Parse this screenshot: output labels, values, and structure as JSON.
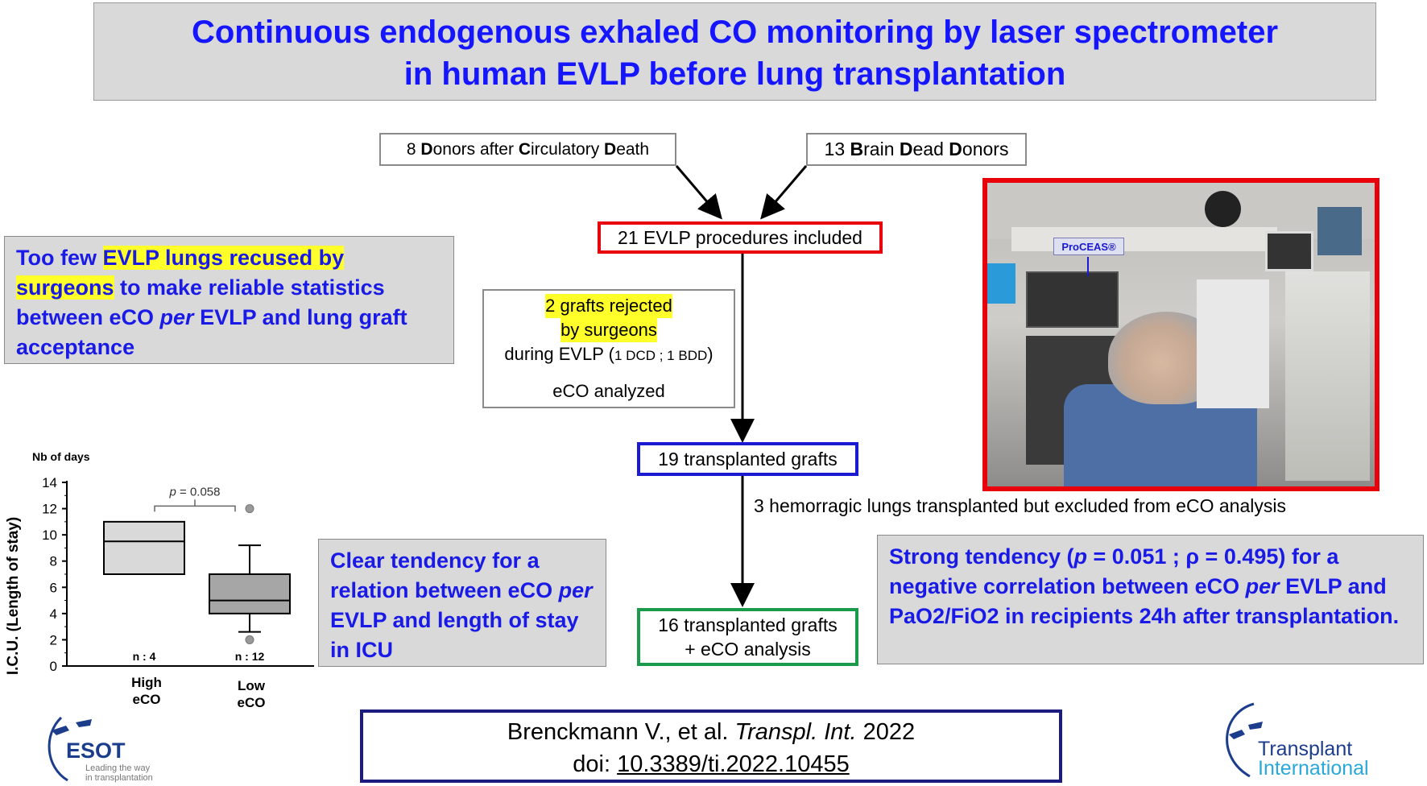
{
  "title": {
    "line1": "Continuous endogenous  exhaled CO monitoring by laser spectrometer",
    "line2": "in human EVLP before lung transplantation"
  },
  "flow": {
    "dcd": {
      "n": "8 ",
      "a": "D",
      "b": "onors after ",
      "c": "C",
      "d": "irculatory ",
      "e": "D",
      "f": "eath"
    },
    "bdd": {
      "n": "13 ",
      "a": "B",
      "b": "rain ",
      "c": "D",
      "d": "ead ",
      "e": "D",
      "f": "onors"
    },
    "included": "21 EVLP procedures included",
    "rejected": {
      "line1": "2 grafts rejected",
      "line2": "by surgeons",
      "line3": "during EVLP (",
      "small": "1 DCD ; 1 BDD",
      "close": ")",
      "line4": "eCO analyzed"
    },
    "transplanted": "19 transplanted grafts",
    "excluded": "3 hemorragic lungs transplanted but excluded from eCO analysis",
    "analysis": {
      "line1": "16 transplanted grafts",
      "line2": "+ eCO analysis"
    }
  },
  "photo": {
    "label": "ProCEAS®"
  },
  "notes": {
    "recused": {
      "p1": "Too few ",
      "h1": "EVLP lungs recused by",
      "h2": "surgeons",
      "p2": " to make reliable  statistics between eCO ",
      "i": "per",
      "p3": " EVLP and lung graft acceptance"
    },
    "icu": {
      "p1": "Clear tendency for a relation between eCO ",
      "i": "per",
      "p2": " EVLP and length of stay in ICU"
    },
    "pao2": {
      "p1": "Strong tendency (",
      "i1": "p",
      "p2": " = 0.051 ; ρ = 0.495) for a negative correlation  between eCO ",
      "i2": "per",
      "p3": " EVLP and PaO2/FiO2 in recipients  24h after transplantation."
    }
  },
  "citation": {
    "authors": "Brenckmann V., et al. ",
    "journal": "Transpl. Int.",
    "year": " 2022",
    "doi_label": "doi: ",
    "doi": "10.3389/ti.2022.10455"
  },
  "logos": {
    "esot": "ESOT",
    "esot_tag1": "Leading the way",
    "esot_tag2": "in transplantation",
    "ti1": "Transplant",
    "ti2": "International"
  },
  "chart_data": {
    "type": "box",
    "title": "Nb of days",
    "ylabel": "I.C.U. (Length of stay)",
    "ylim": [
      0,
      14
    ],
    "yticks": [
      "0",
      "2",
      "4",
      "6",
      "8",
      "10",
      "12",
      "14"
    ],
    "categories": [
      "High eCO",
      "Low eCO"
    ],
    "category_lines": [
      [
        "High",
        "eCO"
      ],
      [
        "Low",
        "eCO"
      ]
    ],
    "n_labels": [
      "n : 4",
      "n : 12"
    ],
    "boxes": [
      {
        "q1": 7,
        "median": 9.5,
        "q3": 11,
        "whisker_low": null,
        "whisker_high": null,
        "outliers": [],
        "color": "#d9d9d9"
      },
      {
        "q1": 4,
        "median": 5,
        "q3": 7,
        "whisker_low": 2.6,
        "whisker_high": 9.2,
        "outliers": [
          12,
          2
        ],
        "color": "#a6a6a6"
      }
    ],
    "annotation": {
      "p_italic": "p",
      "text": " = 0.058"
    },
    "grid": false
  },
  "colors": {
    "title_text": "#1515ff",
    "highlight": "#ffff2a",
    "red_border": "#e8000b",
    "blue_border": "#1a1ad0",
    "green_border": "#1a9a4a"
  }
}
